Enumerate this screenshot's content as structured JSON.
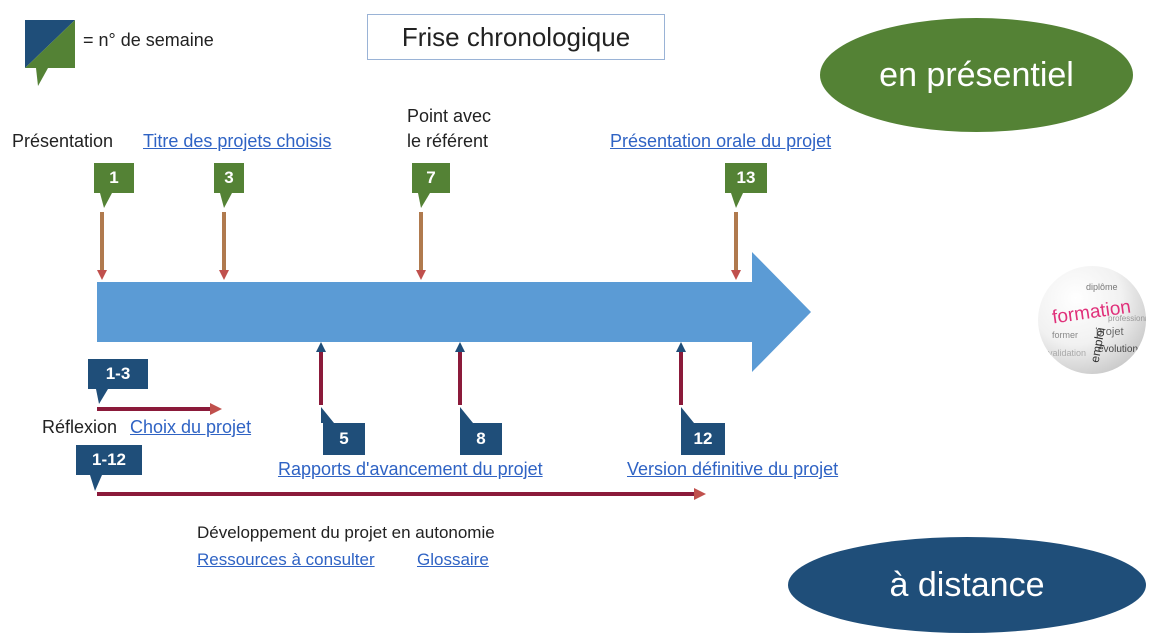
{
  "title": "Frise chronologique",
  "legend": {
    "text": "= n° de semaine",
    "colors": [
      "#1f4e79",
      "#548235"
    ]
  },
  "modes": {
    "presentiel": {
      "label": "en présentiel",
      "color": "#548235"
    },
    "distance": {
      "label": "à distance",
      "color": "#1f4e79"
    }
  },
  "top_events": [
    {
      "week": "1",
      "label": "Présentation",
      "is_link": false
    },
    {
      "week": "3",
      "label": "Titre des projets choisis",
      "is_link": true
    },
    {
      "week": "7",
      "label": "Point avec le référent",
      "label_lines": [
        "Point avec",
        "le référent"
      ],
      "is_link": false
    },
    {
      "week": "13",
      "label": "Présentation orale du projet",
      "is_link": true
    }
  ],
  "bottom_events": [
    {
      "week": "5"
    },
    {
      "week": "8",
      "label": "Rapports d'avancement du projet",
      "is_link": true
    },
    {
      "week": "12",
      "label": "Version définitive du projet",
      "is_link": true
    }
  ],
  "phases": [
    {
      "weeks": "1-3",
      "label": "Réflexion",
      "link": "Choix du projet"
    },
    {
      "weeks": "1-12",
      "label": "Développement du projet en autonomie",
      "links": [
        "Ressources à consulter",
        "Glossaire"
      ]
    }
  ],
  "globe": {
    "words": [
      "formation",
      "projet",
      "évolution",
      "emploi",
      "diplôme",
      "former",
      "professionnelle",
      "validation"
    ]
  },
  "colors": {
    "arrow": "#5b9bd5",
    "green": "#548235",
    "navy": "#1f4e79",
    "bronze": "#b07a4e",
    "maroon": "#8b1a3a",
    "link": "#2f63c4"
  }
}
